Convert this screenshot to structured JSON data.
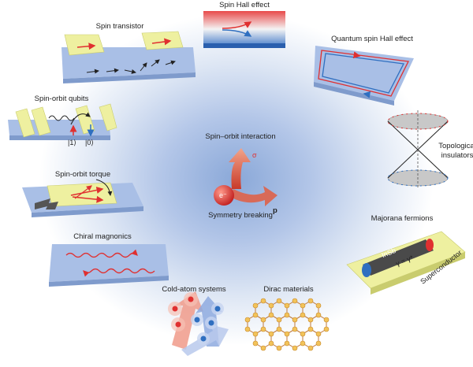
{
  "center": {
    "title": "Spin–orbit interaction",
    "sigma": "σ",
    "electron": "e⁻",
    "p": "p",
    "bottom": "Symmetry breaking"
  },
  "topics": {
    "spin_hall": "Spin Hall effect",
    "spin_transistor": "Spin transistor",
    "quantum_spin_hall": "Quantum spin Hall effect",
    "spin_orbit_qubits": "Spin-orbit qubits",
    "ket1": "|1⟩",
    "ket0": "|0⟩",
    "topological_1": "Topological",
    "topological_2": "insulators",
    "spin_orbit_torque": "Spin-orbit torque",
    "majorana": "Majorana fermions",
    "insb": "InSb",
    "gamma": "γ = γ*",
    "superconductor": "Superconductor",
    "chiral_magnonics": "Chiral magnonics",
    "cold_atom": "Cold-atom systems",
    "dirac": "Dirac materials"
  },
  "colors": {
    "red": "#e03030",
    "blue": "#2f6fc0",
    "slab_blue": "#a9bfe6",
    "yellow_pad": "#eef0a0",
    "dirac_node": "#f2c35a"
  }
}
